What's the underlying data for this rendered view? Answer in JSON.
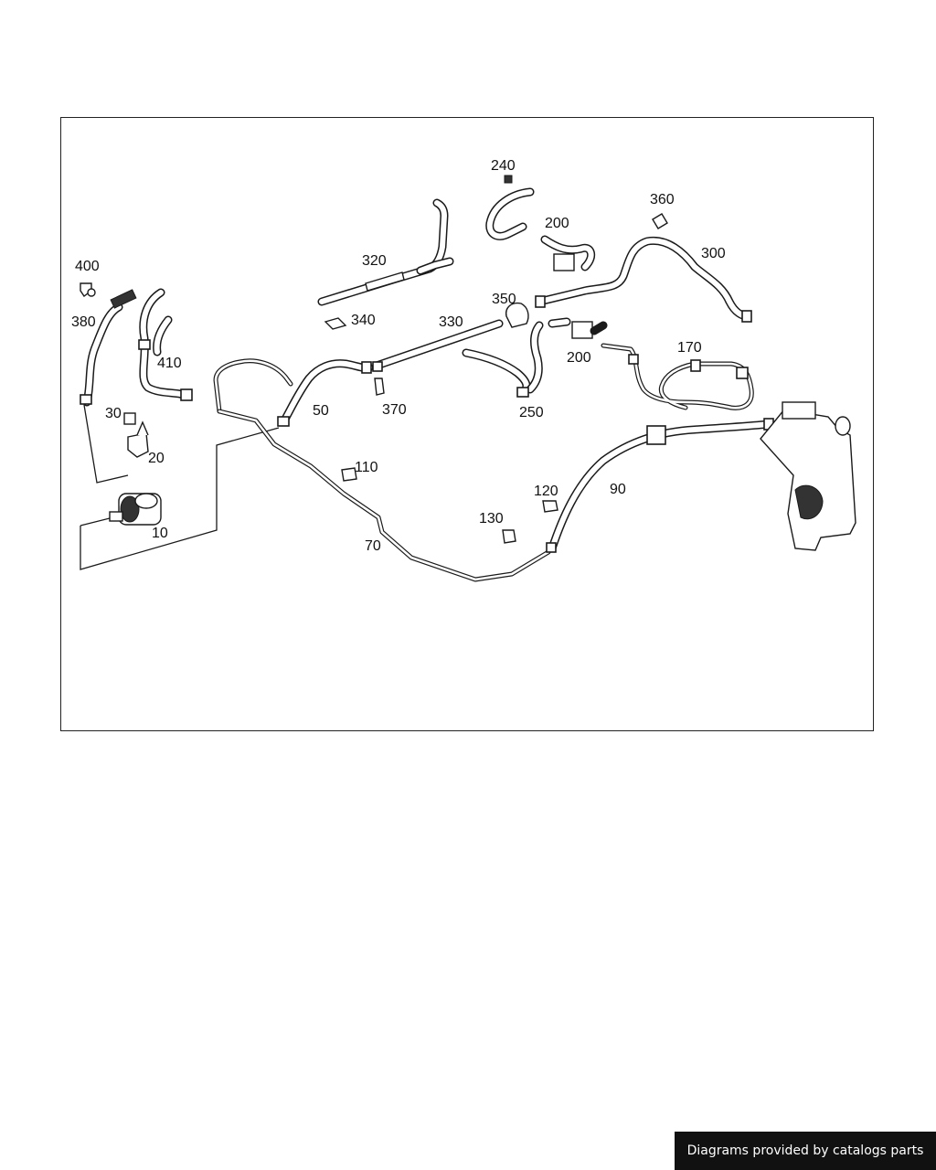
{
  "diagram": {
    "callouts": [
      {
        "id": "400",
        "label": "400"
      },
      {
        "id": "380",
        "label": "380"
      },
      {
        "id": "410",
        "label": "410"
      },
      {
        "id": "30",
        "label": "30"
      },
      {
        "id": "20",
        "label": "20"
      },
      {
        "id": "10",
        "label": "10"
      },
      {
        "id": "320",
        "label": "320"
      },
      {
        "id": "340",
        "label": "340"
      },
      {
        "id": "330",
        "label": "330"
      },
      {
        "id": "50",
        "label": "50"
      },
      {
        "id": "370",
        "label": "370"
      },
      {
        "id": "240",
        "label": "240"
      },
      {
        "id": "200a",
        "label": "200"
      },
      {
        "id": "350",
        "label": "350"
      },
      {
        "id": "250",
        "label": "250"
      },
      {
        "id": "200b",
        "label": "200"
      },
      {
        "id": "360",
        "label": "360"
      },
      {
        "id": "300",
        "label": "300"
      },
      {
        "id": "170",
        "label": "170"
      },
      {
        "id": "110",
        "label": "110"
      },
      {
        "id": "120",
        "label": "120"
      },
      {
        "id": "130",
        "label": "130"
      },
      {
        "id": "90",
        "label": "90"
      },
      {
        "id": "70",
        "label": "70"
      }
    ]
  },
  "footer": {
    "credit": "Diagrams provided by catalogs parts"
  }
}
